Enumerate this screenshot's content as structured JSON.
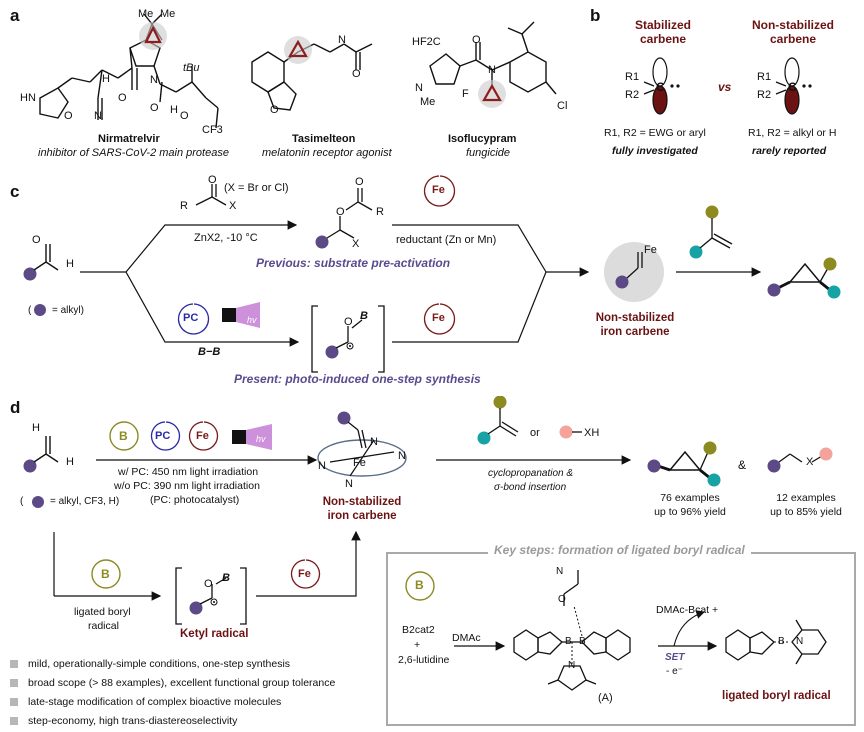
{
  "panels": {
    "a": "a",
    "b": "b",
    "c": "c",
    "d": "d"
  },
  "a": {
    "drugs": [
      {
        "name": "Nirmatrelvir",
        "desc": "inhibitor of SARS-CoV-2 main protease"
      },
      {
        "name": "Tasimelteon",
        "desc": "melatonin receptor agonist"
      },
      {
        "name": "Isoflucypram",
        "desc": "fungicide"
      }
    ],
    "atoms": {
      "hn": "HN",
      "o": "O",
      "n": "N",
      "h": "H",
      "tbu": "tBu",
      "cf3": "CF3",
      "me": "Me",
      "hf2c": "HF2C",
      "cl": "Cl",
      "f": "F"
    }
  },
  "b": {
    "stabilized_title": "Stabilized carbene",
    "nonstabilized_title": "Non-stabilized carbene",
    "vs": "vs",
    "r1": "R1",
    "r2": "R2",
    "c": "C",
    "stabilized_sub": "R1, R2 = EWG or aryl",
    "stabilized_note": "fully investigated",
    "nonstabilized_sub": "R1, R2 = alkyl or H",
    "nonstabilized_note": "rarely reported"
  },
  "c": {
    "h": "H",
    "alkyl_note": "= alkyl)",
    "reagent_x": "(X = Br or Cl)",
    "r": "R",
    "x": "X",
    "o": "O",
    "znx2": "ZnX2, -10 °C",
    "reductant": "reductant (Zn or Mn)",
    "fe": "Fe",
    "previous": "Previous: substrate pre-activation",
    "pc": "PC",
    "hv": "hv",
    "bb": "B−B",
    "b_rad": "B",
    "present": "Present: photo-induced one-step synthesis",
    "carbene_label_1": "Non-stabilized",
    "carbene_label_2": "iron carbene"
  },
  "d": {
    "h": "H",
    "b": "B",
    "pc": "PC",
    "fe": "Fe",
    "hv": "hv",
    "cond1": "w/ PC: 450 nm light irradiation",
    "cond2": "w/o PC: 390 nm light irradiation",
    "cond3": "(PC: photocatalyst)",
    "alkyl_note": "= alkyl, CF3, H)",
    "carbene_label_1": "Non-stabilized",
    "carbene_label_2": "iron carbene",
    "or": "or",
    "xh": "XH",
    "arrow_label_1": "cyclopropanation &",
    "arrow_label_2": "σ-bond insertion",
    "amp": "&",
    "prod1_line1": "76 examples",
    "prod1_line2": "up to 96% yield",
    "prod2_line1": "12 examples",
    "prod2_line2": "up to 85% yield",
    "x": "X",
    "ligated_1": "ligated boryl",
    "ligated_2": "radical",
    "ketyl": "Ketyl radical",
    "o": "O",
    "bullets": [
      "mild, operationally-simple conditions, one-step synthesis",
      "broad scope (> 88 examples), excellent functional group tolerance",
      "late-stage modification of complex bioactive molecules",
      "step-economy, high trans-diastereoselectivity"
    ],
    "key_title": "Key steps: formation of ligated boryl radical",
    "b2cat2": "B2cat2",
    "plus": "+",
    "lutidine": "2,6-lutidine",
    "dmac": "DMAc",
    "A": "(A)",
    "set": "SET",
    "minus_e": "- e⁻",
    "dmac_bcat": "DMAc-Bcat +",
    "ligated_boryl": "ligated boryl radical"
  },
  "colors": {
    "alkyl": "#5c4a87",
    "teal": "#17a3a4",
    "olive": "#8d8a22",
    "salmon": "#f4a29a",
    "darkred": "#6b1212",
    "fe": "#7a1a1a",
    "pc": "#2a2aa6"
  }
}
